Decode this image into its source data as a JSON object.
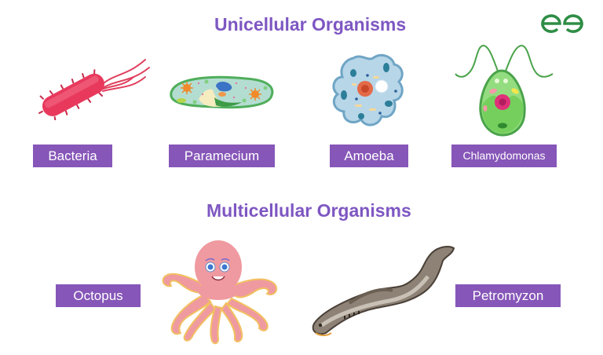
{
  "header": {
    "unicellular_title": "Unicellular Organisms",
    "multicellular_title": "Multicellular Organisms",
    "logo_icon": "geeksforgeeks-logo-icon",
    "colors": {
      "title": "#7e57c2",
      "label_bg": "#8656b8",
      "label_text": "#ffffff",
      "logo": "#2f8d46"
    }
  },
  "unicellular": [
    {
      "label": "Bacteria",
      "icon": "bacteria-illustration"
    },
    {
      "label": "Paramecium",
      "icon": "paramecium-illustration"
    },
    {
      "label": "Amoeba",
      "icon": "amoeba-illustration"
    },
    {
      "label": "Chlamydomonas",
      "icon": "chlamydomonas-illustration"
    }
  ],
  "multicellular": [
    {
      "label": "Octopus",
      "icon": "octopus-illustration"
    },
    {
      "label": "Petromyzon",
      "icon": "petromyzon-illustration"
    }
  ]
}
